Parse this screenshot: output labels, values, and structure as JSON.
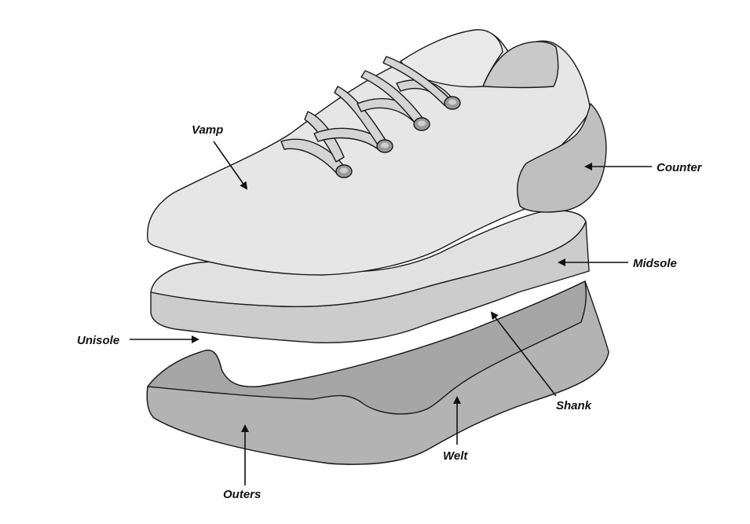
{
  "diagram": {
    "labels": {
      "vamp": "Vamp",
      "counter": "Counter",
      "midsole": "Midsole",
      "unisole": "Unisole",
      "shank": "Shank",
      "welt": "Welt",
      "outers": "Outers"
    },
    "colors": {
      "upper": "#e6e6e6",
      "lace": "#d4d4d4",
      "eyelet": "#9a9a9a",
      "counter_piece": "#bfbfbf",
      "midsole_top": "#e1e1e1",
      "midsole_side": "#cccccc",
      "outsole_top": "#b3b3b3",
      "outsole_side": "#9e9e9e",
      "outline": "#1a1a1a",
      "label_text": "#111111"
    }
  }
}
